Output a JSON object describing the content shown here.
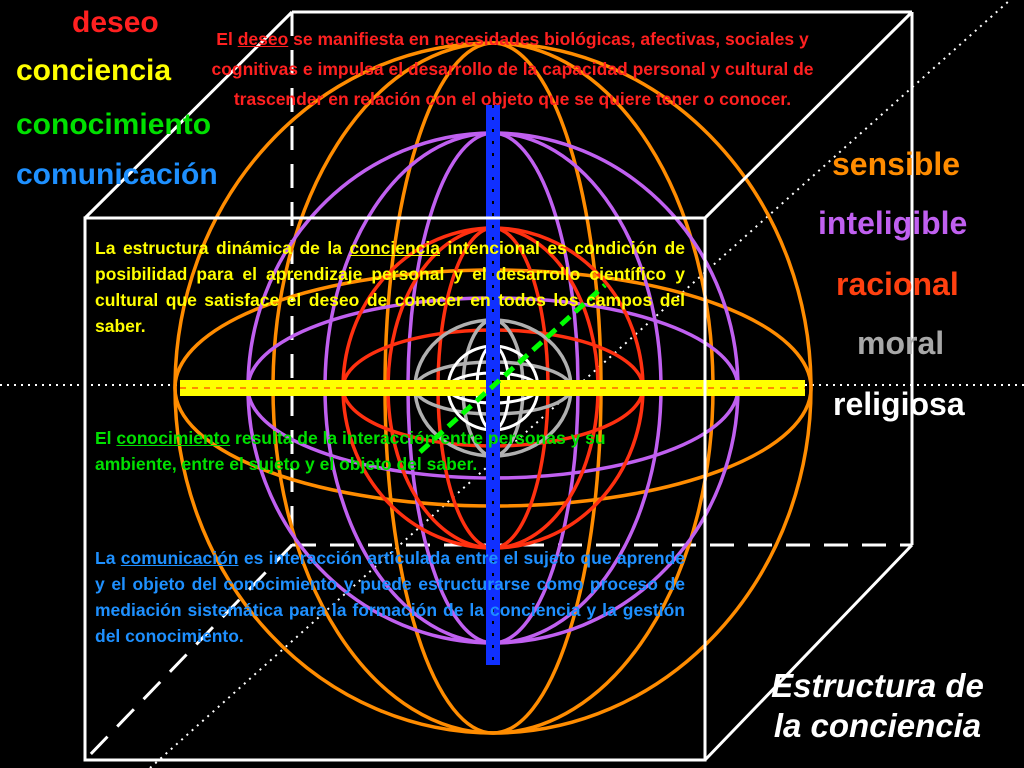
{
  "left_labels": [
    {
      "text": "deseo",
      "color": "#ff2020"
    },
    {
      "text": "conciencia",
      "color": "#ffff00"
    },
    {
      "text": "conocimiento",
      "color": "#00e000"
    },
    {
      "text": "comunicación",
      "color": "#1e90ff"
    }
  ],
  "levels": [
    {
      "text": "sensible",
      "color": "#ff8c00"
    },
    {
      "text": "inteligible",
      "color": "#c060f0"
    },
    {
      "text": "racional",
      "color": "#ff4010"
    },
    {
      "text": "moral",
      "color": "#a8a8a8"
    },
    {
      "text": "religiosa",
      "color": "#ffffff"
    }
  ],
  "deseo_text": {
    "pre": "El ",
    "term": "deseo",
    "post": " se manifiesta en necesidades biológicas, afectivas, sociales y cognitivas e impulsa el desarrollo de la capacidad personal y cultural de trascender en relación con el objeto que se quiere tener o conocer.",
    "color": "#ff2020"
  },
  "conciencia_text": {
    "pre": "La estructura dinámica de la ",
    "term": "conciencia",
    "post": " intencional es condición de posibilidad para el aprendizaje personal y el desarrollo científico y cultural que satisface el deseo de conocer en todos los campos del saber.",
    "color": "#ffff00"
  },
  "conocimiento_text": {
    "pre": "El ",
    "term": "conocimiento",
    "post": " resulta de la interacción entre personas y su ambiente, entre el sujeto y el objeto del saber.",
    "color": "#00e000"
  },
  "comunicacion_text": {
    "pre": "La ",
    "term": "comunicación",
    "post": " es interacción articulada entre el sujeto que aprende y el objeto del conocimiento y puede estructurarse como proceso de mediación sistemática para la formación de la conciencia y la gestión del conocimiento.",
    "color": "#1e90ff"
  },
  "title": {
    "line1": "Estructura de",
    "line2": "la conciencia",
    "color": "#ffffff"
  }
}
